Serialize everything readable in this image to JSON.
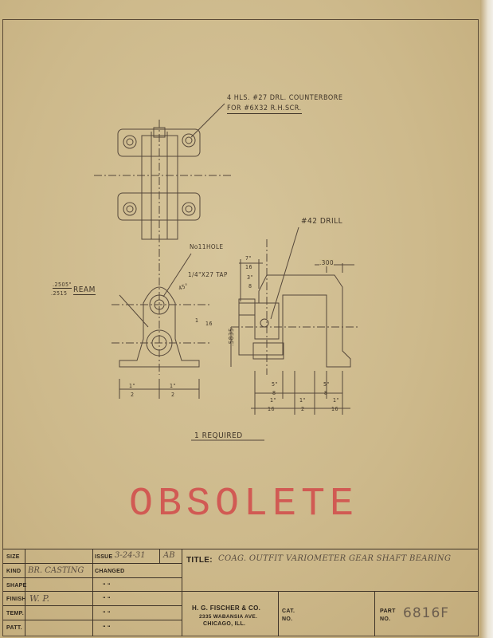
{
  "drawing": {
    "note_counterbore_line1": "4 HLS. #27 DRL. COUNTERBORE",
    "note_counterbore_line2": "FOR #6X32 R.H.SCR.",
    "note_drill": "#42 DRILL",
    "note_hole": "No11HOLE",
    "note_tap_top": "1/4\"X27 TAP",
    "note_ream_top": ".2505\"",
    "note_ream_bottom": ".2515",
    "note_ream": "REAM",
    "note_angle": "45°",
    "dim_300": ".300",
    "dim_5835": ".5835",
    "dim_half_left_a": "1\"",
    "dim_half_left_b": "2",
    "dim_half_right_a": "1\"",
    "dim_half_right_b": "2",
    "dim_7_16_n": "7\"",
    "dim_7_16_d": "16",
    "dim_3_8_n": "3\"",
    "dim_3_8_d": "8",
    "dim_1_16_a_n": "1\"",
    "dim_1_16_a_d": "16",
    "dim_5_8_n": "5\"",
    "dim_5_8_d": "8",
    "dim_half_b_n": "1\"",
    "dim_half_b_d": "2",
    "dim_5_8_r_n": "5\"",
    "dim_5_8_r_d": "8",
    "dim_1_16_b_n": "1\"",
    "dim_1_16_b_d": "16",
    "dim_1_n": "1",
    "dim_16_d": "16",
    "quantity": "1 REQUIRED"
  },
  "stamp": "OBSOLETE",
  "title_block": {
    "size_label": "SIZE",
    "kind_label": "KIND",
    "kind_value": "BR. CASTING",
    "shape_label": "SHAPE",
    "finish_label": "FINISH",
    "finish_value": "W. P.",
    "temp_label": "TEMP.",
    "patt_label": "PATT.",
    "issue_label": "ISSUE",
    "issue_value": "3-24-31",
    "issue_initials": "AB",
    "changed_label": "CHANGED",
    "ditto": "“  “",
    "title_label": "TITLE:",
    "title_value": "COAG. OUTFIT VARIOMETER GEAR SHAFT BEARING",
    "company_name": "H. G. FISCHER & CO.",
    "company_address": "2335 WABANSIA AVE.",
    "company_city": "CHICAGO, ILL.",
    "cat_label": "CAT.",
    "no_label": "NO.",
    "part_label": "PART",
    "part_no_label": "NO.",
    "part_value": "6816F"
  }
}
